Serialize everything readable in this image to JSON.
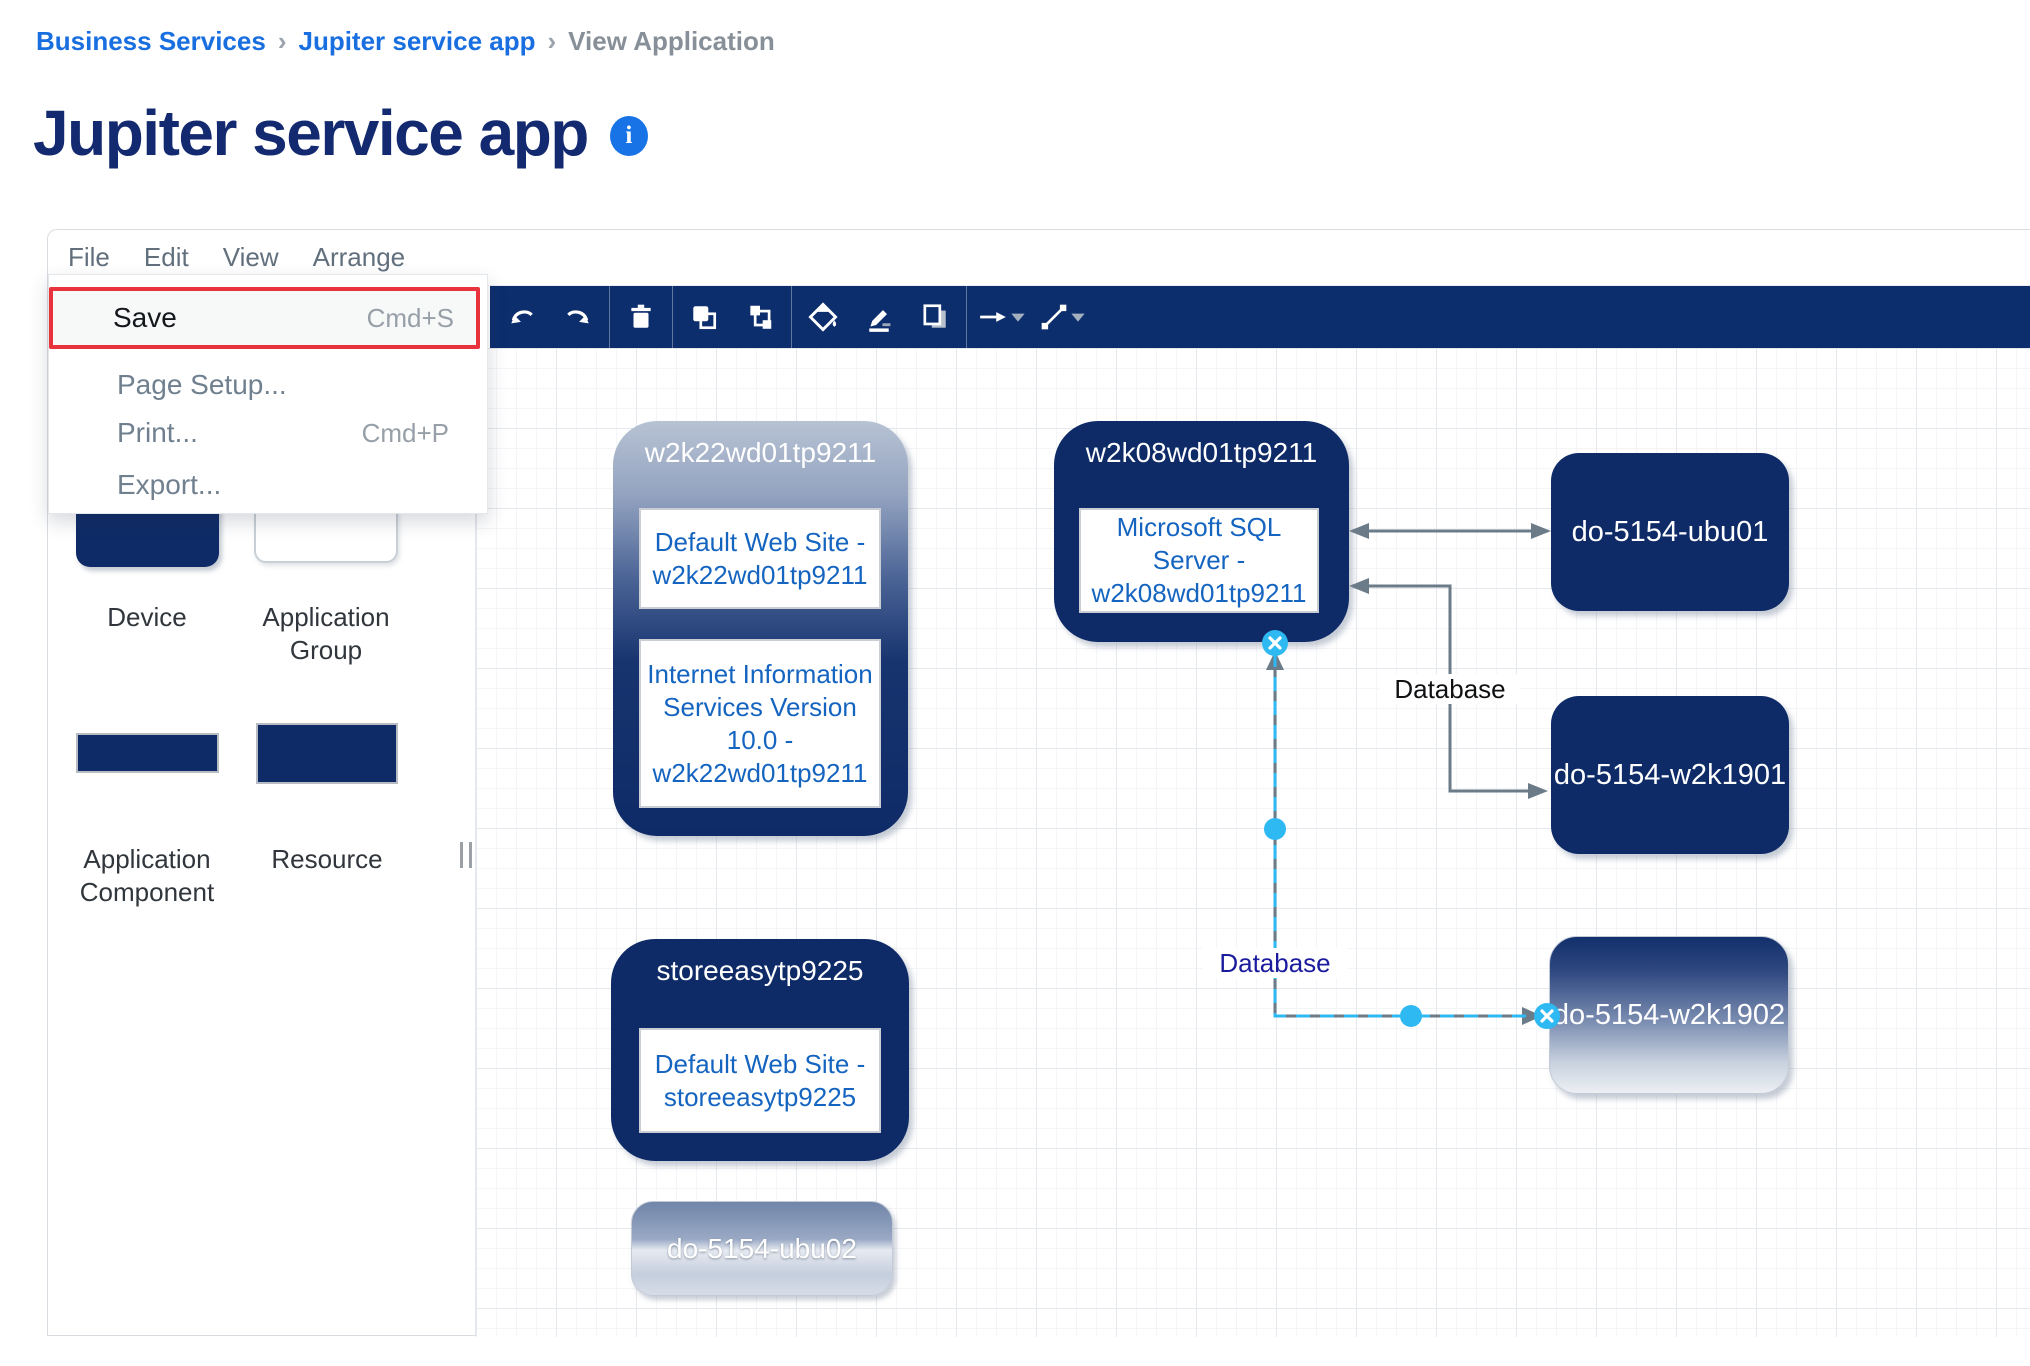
{
  "breadcrumb": {
    "separator": "›",
    "items": [
      {
        "label": "Business Services",
        "current": false
      },
      {
        "label": "Jupiter service app",
        "current": false
      },
      {
        "label": "View Application",
        "current": true
      }
    ]
  },
  "header": {
    "title": "Jupiter service app",
    "info_icon": "i"
  },
  "menubar": {
    "items": [
      {
        "label": "File"
      },
      {
        "label": "Edit"
      },
      {
        "label": "View"
      },
      {
        "label": "Arrange"
      }
    ]
  },
  "file_menu": {
    "items": [
      {
        "label": "Save",
        "shortcut": "Cmd+S",
        "highlighted": true
      },
      {
        "label": "Page Setup...",
        "shortcut": ""
      },
      {
        "label": "Print...",
        "shortcut": "Cmd+P"
      },
      {
        "label": "Export...",
        "shortcut": ""
      }
    ]
  },
  "toolbar": {
    "icons": [
      "undo",
      "redo",
      "delete",
      "to-front",
      "to-back",
      "fill-color",
      "line-color",
      "shadow",
      "connection-arrow",
      "connection-line"
    ]
  },
  "palette": {
    "items": [
      {
        "label": "Device"
      },
      {
        "label": "Application Group"
      },
      {
        "label": "Application Component"
      },
      {
        "label": "Resource"
      }
    ]
  },
  "diagram": {
    "nodes": [
      {
        "title": "w2k22wd01tp9211",
        "children": [
          "Default Web Site - w2k22wd01tp9211",
          "Internet Information Services Version 10.0 - w2k22wd01tp9211"
        ]
      },
      {
        "title": "w2k08wd01tp9211",
        "children": [
          "Microsoft SQL Server - w2k08wd01tp9211"
        ]
      },
      {
        "title": "do-5154-ubu01"
      },
      {
        "title": "do-5154-w2k1901"
      },
      {
        "title": "do-5154-w2k1902"
      },
      {
        "title": "storeeasytp9225",
        "children": [
          "Default Web Site - storeeasytp9225"
        ]
      },
      {
        "title": "do-5154-ubu02"
      }
    ],
    "edge_labels": [
      {
        "text": "Database",
        "color": "#0f1113"
      },
      {
        "text": "Database",
        "color": "#1b1b9e"
      }
    ]
  },
  "colors": {
    "node_navy": "#0e2b67",
    "toolbar_navy": "#0d2e6d",
    "link_blue": "#1a6fe0",
    "title_navy": "#132a70",
    "inner_text_blue": "#1565c0",
    "edge_gray": "#6b7b88",
    "selection_blue": "#29b6f2",
    "highlight_red": "#e8323c"
  }
}
